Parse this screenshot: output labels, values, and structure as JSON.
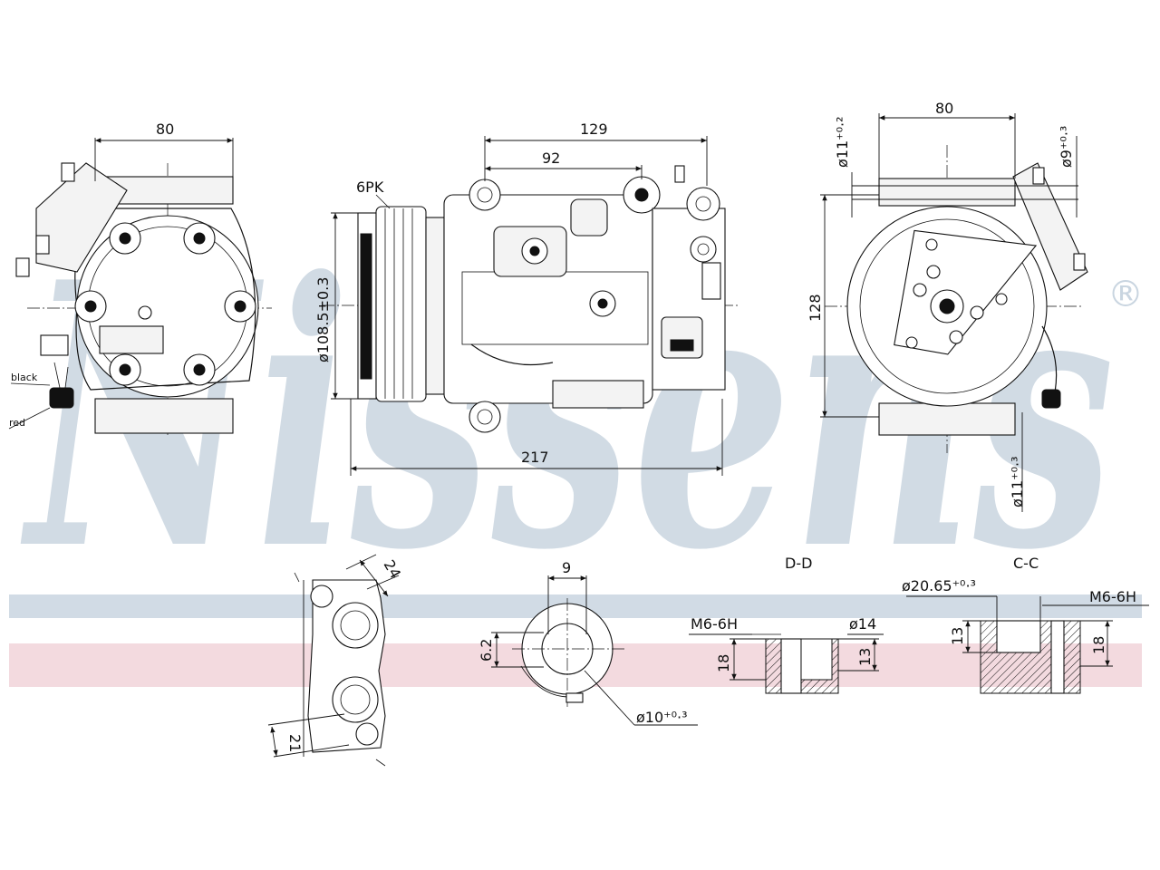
{
  "watermark": {
    "brand": "Nissens",
    "registered_mark": "®",
    "stripe_colors": {
      "blue": "#c9d5e0",
      "red": "#f1d3d9"
    }
  },
  "front_view": {
    "width_dim": "80",
    "wire_labels": [
      "black",
      "red"
    ]
  },
  "side_view": {
    "belt_label": "6PK",
    "pulley_diameter": "ø108.5±0.3",
    "length_total": "217",
    "top_dim_outer": "129",
    "top_dim_inner": "92"
  },
  "rear_view": {
    "width_dim": "80",
    "height_dim": "128",
    "port_top_left": "ø11⁺⁰·²",
    "port_top_right": "ø9⁺⁰·³",
    "port_bottom": "ø11⁺⁰·³"
  },
  "detail_manifold": {
    "dim_top": "24",
    "dim_bottom": "21"
  },
  "detail_port": {
    "dim_width": "9",
    "dim_height": "6.2",
    "diameter": "ø10⁺⁰·³"
  },
  "section_dd": {
    "title": "D-D",
    "thread": "M6-6H",
    "diameter": "ø14",
    "depth_left": "18",
    "depth_right": "13"
  },
  "section_cc": {
    "title": "C-C",
    "thread": "M6-6H",
    "diameter": "ø20.65⁺⁰·³",
    "depth_left": "13",
    "depth_right": "18"
  }
}
